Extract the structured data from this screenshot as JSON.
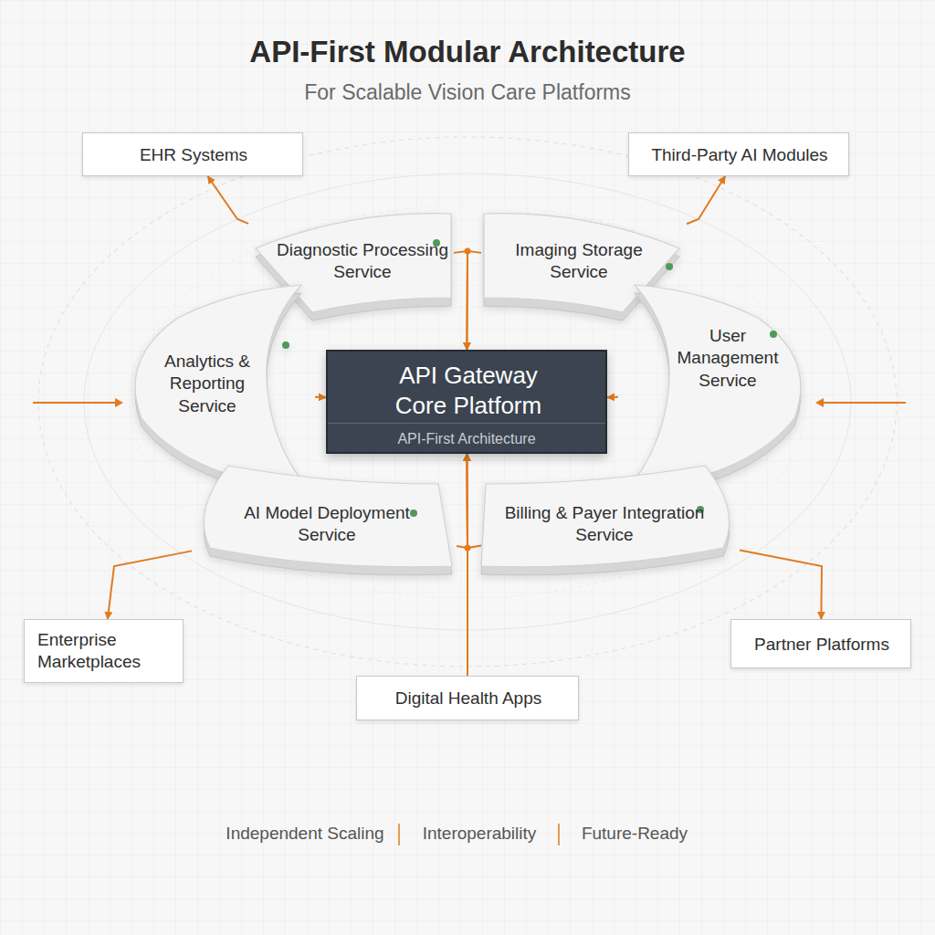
{
  "diagram": {
    "title": "API-First Modular Architecture",
    "nodes": [
      {
        "text": [
          "EHR Systems"
        ]
      },
      {
        "text": [
          "Third-Party AI Modules"
        ]
      },
      {
        "text": [
          "Diagnostic Processing Service"
        ]
      },
      {
        "text": [
          "Imaging Storage Service"
        ]
      },
      {
        "text": [
          "Analytics & Reporting Service"
        ]
      },
      {
        "text": [
          "API Gateway Core Platform",
          "API-First Architecture"
        ]
      },
      {
        "text": [
          "User Management Service"
        ]
      },
      {
        "text": [
          "AI Model Deployment Service"
        ]
      },
      {
        "text": [
          "Billing & Payer Integration Service"
        ]
      },
      {
        "text": [
          "Enterprise Marketplaces"
        ]
      },
      {
        "text": [
          "Partner Platforms"
        ]
      },
      {
        "text": [
          "Digital Health Apps"
        ]
      }
    ],
    "edges": [
      {
        "from": 2,
        "to": 0,
        "arrow": "to"
      },
      {
        "from": 3,
        "to": 1,
        "arrow": "to"
      },
      {
        "from": 4,
        "to": 5,
        "arrow": "to"
      },
      {
        "from": 6,
        "to": 5,
        "arrow": "to"
      },
      {
        "from": 2,
        "to": 5,
        "arrow": "to"
      },
      {
        "from": 3,
        "to": 5,
        "arrow": "to"
      },
      {
        "from": 7,
        "to": 5,
        "arrow": "to"
      },
      {
        "from": 8,
        "to": 5,
        "arrow": "to"
      },
      {
        "from": 7,
        "to": 9,
        "arrow": "to"
      },
      {
        "from": 8,
        "to": 10,
        "arrow": "to"
      },
      {
        "from": 11,
        "to": 5,
        "arrow": "to"
      }
    ],
    "labels": [
      "For Scalable Vision Care Platforms",
      "Independent Scaling",
      "Interoperability",
      "Future-Ready"
    ]
  }
}
